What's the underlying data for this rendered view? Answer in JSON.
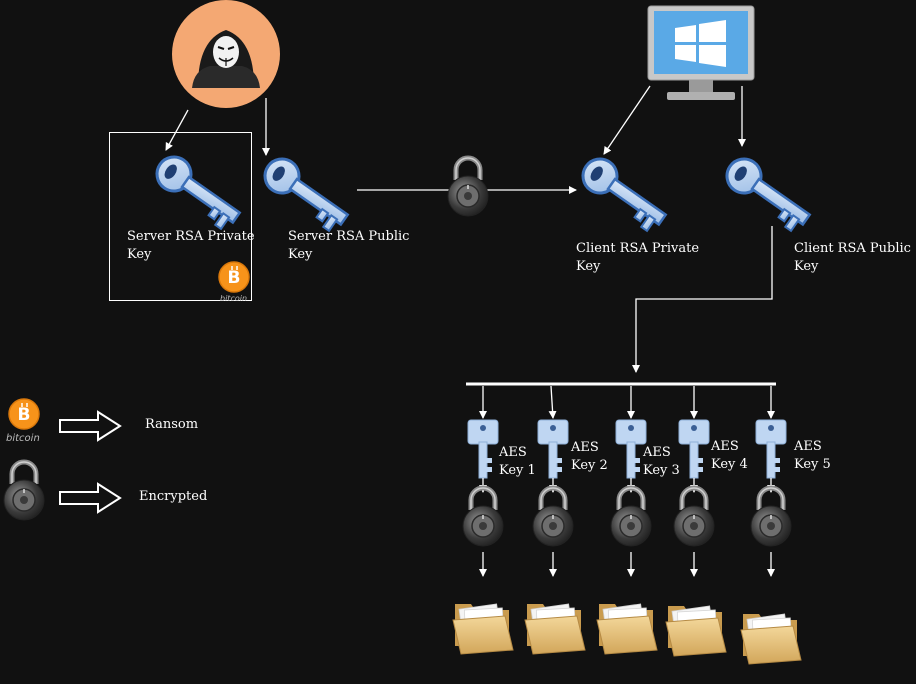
{
  "nodes": {
    "server_private_key": "Server RSA Private\nKey",
    "server_public_key": "Server RSA Public\nKey",
    "client_private_key": "Client RSA Private\nKey",
    "client_public_key": "Client RSA Public\nKey"
  },
  "aes_keys": [
    {
      "label": "AES\nKey 1"
    },
    {
      "label": "AES\nKey 2"
    },
    {
      "label": "AES\nKey 3"
    },
    {
      "label": "AES\nKey 4"
    },
    {
      "label": "AES\nKey 5"
    }
  ],
  "legend": {
    "ransom": "Ransom",
    "encrypted": "Encrypted"
  },
  "bitcoin_logo_text": "bitcoin",
  "icons": {
    "attacker": "anonymous-hacker-icon",
    "victim": "windows-computer-icon",
    "key": "key-icon",
    "lock": "padlock-icon",
    "folder": "folder-icon",
    "ransom": "bitcoin-icon"
  },
  "colors": {
    "background": "#111111",
    "key_light": "#bfd6f2",
    "key_dark": "#3b6fb8",
    "attacker_circle": "#f4a873",
    "bitcoin": "#f7931a",
    "lock_body": "#555555",
    "folder": "#e8c27a"
  }
}
